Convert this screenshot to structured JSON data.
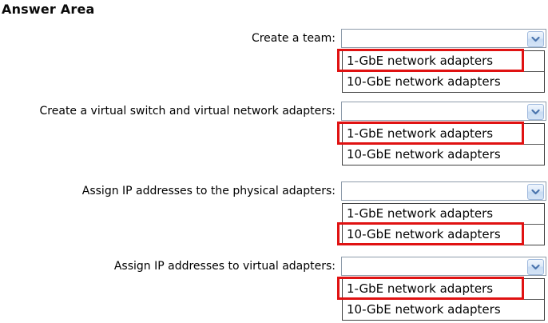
{
  "title": "Answer Area",
  "questions": [
    {
      "label": "Create a team:",
      "selected_value": "",
      "options": [
        "1-GbE network adapters",
        "10-GbE network adapters"
      ],
      "highlighted_option": "1-GbE network adapters",
      "highlighted_index": 0
    },
    {
      "label": "Create a virtual switch and virtual network adapters:",
      "selected_value": "",
      "options": [
        "1-GbE network adapters",
        "10-GbE network adapters"
      ],
      "highlighted_option": "1-GbE network adapters",
      "highlighted_index": 0
    },
    {
      "label": "Assign IP addresses to the physical adapters:",
      "selected_value": "",
      "options": [
        "1-GbE network adapters",
        "10-GbE network adapters"
      ],
      "highlighted_option": "10-GbE network adapters",
      "highlighted_index": 1
    },
    {
      "label": "Assign IP addresses to virtual adapters:",
      "selected_value": "",
      "options": [
        "1-GbE network adapters",
        "10-GbE network adapters"
      ],
      "highlighted_option": "1-GbE network adapters",
      "highlighted_index": 0
    }
  ],
  "colors": {
    "highlight_border": "#e01212",
    "combobox_border": "#8e9cab",
    "list_border": "#3f3f3f",
    "chevron_blue": "#4a74ad"
  },
  "icons": {
    "dropdown_icon": "chevron-down"
  }
}
